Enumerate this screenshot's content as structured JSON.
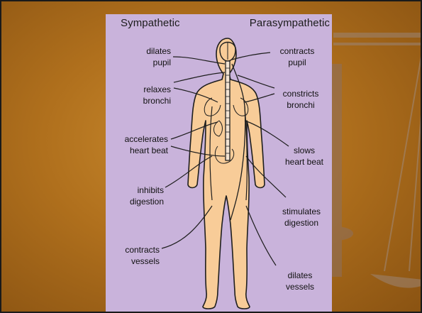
{
  "colors": {
    "panel": "#c9b3db",
    "body_fill": "#f8cc98",
    "outline": "#1e1e1e",
    "background": "#b0701d"
  },
  "headers": {
    "sympathetic": "Sympathetic",
    "parasympathetic": "Parasympathetic"
  },
  "sympathetic_effects": [
    {
      "line1": "dilates",
      "line2": "pupil"
    },
    {
      "line1": "relaxes",
      "line2": "bronchi"
    },
    {
      "line1": "accelerates",
      "line2": "heart beat"
    },
    {
      "line1": "inhibits",
      "line2": "digestion"
    },
    {
      "line1": "contracts",
      "line2": "vessels"
    }
  ],
  "parasympathetic_effects": [
    {
      "line1": "contracts",
      "line2": "pupil"
    },
    {
      "line1": "constricts",
      "line2": "bronchi"
    },
    {
      "line1": "slows",
      "line2": "heart beat"
    },
    {
      "line1": "stimulates",
      "line2": "digestion"
    },
    {
      "line1": "dilates",
      "line2": "vessels"
    }
  ]
}
